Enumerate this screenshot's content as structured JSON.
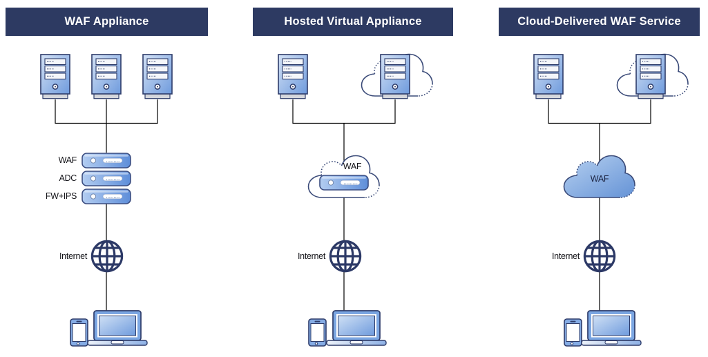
{
  "columns": [
    {
      "title": "WAF Appliance",
      "stack_labels": [
        "WAF",
        "ADC",
        "FW+IPS"
      ],
      "internet_label": "Internet"
    },
    {
      "title": "Hosted Virtual Appliance",
      "cloud_label": "WAF",
      "internet_label": "Internet"
    },
    {
      "title": "Cloud-Delivered WAF Service",
      "cloud_label": "WAF",
      "internet_label": "Internet"
    }
  ],
  "icons": {
    "server": "server-icon",
    "server_in_cloud": "server-in-cloud-icon",
    "appliance": "appliance-icon",
    "cloud": "cloud-icon",
    "globe": "internet-globe-icon",
    "laptop": "laptop-icon",
    "phone": "smartphone-icon"
  },
  "colors": {
    "banner": "#2d3a62",
    "stroke_navy": "#2e3c6a",
    "connector": "#000000",
    "server_fill_light": "#d3e1f5",
    "server_fill_dark": "#6f9bdd",
    "appliance_fill_light": "#b3cdf1",
    "appliance_fill_dark": "#5e8ed9",
    "cloud_fill_light": "#b6d0f0",
    "cloud_fill_dark": "#6593d6"
  }
}
